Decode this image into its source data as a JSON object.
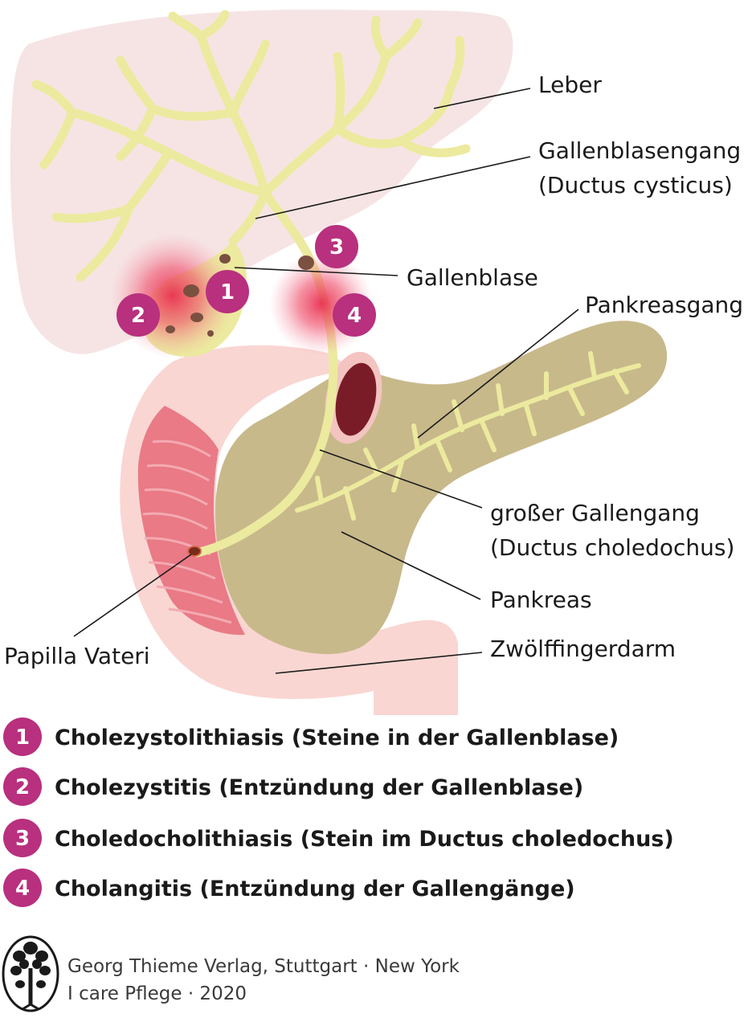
{
  "labels": {
    "leber": "Leber",
    "gallenblasengang_1": "Gallenblasengang",
    "gallenblasengang_2": "(Ductus cysticus)",
    "gallenblase": "Gallenblase",
    "pankreasgang": "Pankreasgang",
    "gallengang_1": "großer Gallengang",
    "gallengang_2": "(Ductus choledochus)",
    "pankreas": "Pankreas",
    "zwoelffingerdarm": "Zwölffingerdarm",
    "papilla": "Papilla Vateri"
  },
  "markers": [
    "1",
    "2",
    "3",
    "4"
  ],
  "legend": [
    {
      "num": "1",
      "text": "Cholezystolithiasis (Steine in der Gallenblase)"
    },
    {
      "num": "2",
      "text": "Cholezystitis (Entzündung der Gallenblase)"
    },
    {
      "num": "3",
      "text": "Choledocholithiasis (Stein im Ductus choledochus)"
    },
    {
      "num": "4",
      "text": "Cholangitis (Entzündung der Gallengänge)"
    }
  ],
  "credit": {
    "line1": "Georg Thieme Verlag, Stuttgart · New York",
    "line2": "I care Pflege · 2020"
  },
  "colors": {
    "liver": "#f6e4e4",
    "bile": "#ecea9e",
    "pancreas": "#c8b98b",
    "duodenum": "#f9d6d2",
    "duodenum_inner": "#e97a86",
    "badge": "#b8307e",
    "stone": "#7a5040",
    "inflammation": "#e9304f"
  }
}
